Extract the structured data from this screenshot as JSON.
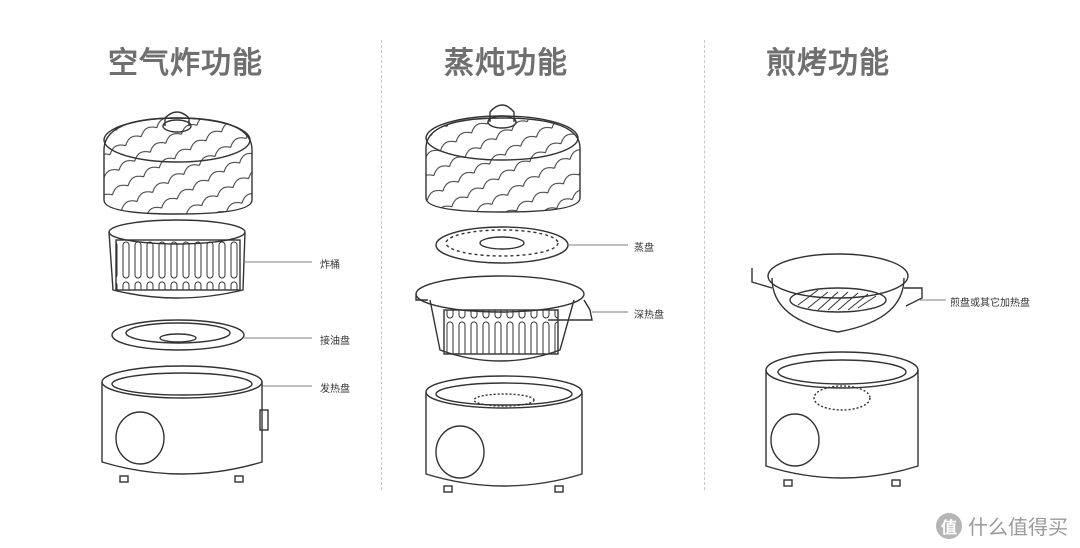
{
  "sections": [
    {
      "title": "空气炸功能",
      "parts": [
        "炸桶",
        "接油盘",
        "发热盘"
      ]
    },
    {
      "title": "蒸炖功能",
      "parts": [
        "蒸盘",
        "深热盘"
      ]
    },
    {
      "title": "煎烤功能",
      "parts": [
        "煎盘或其它加热盘"
      ]
    }
  ],
  "watermark": {
    "icon_text": "值",
    "text": "什么值得买"
  },
  "colors": {
    "line": "#333333",
    "title": "#6f6f6f"
  }
}
